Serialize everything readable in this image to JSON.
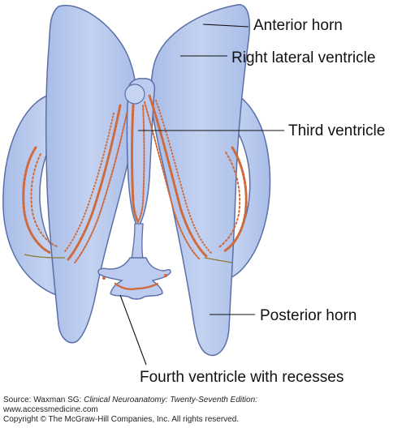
{
  "labels": {
    "anterior_horn": "Anterior horn",
    "right_lateral_ventricle": "Right lateral ventricle",
    "third_ventricle": "Third ventricle",
    "posterior_horn": "Posterior horn",
    "fourth_ventricle": "Fourth ventricle with recesses"
  },
  "source": {
    "prefix": "Source: Waxman SG: ",
    "book": "Clinical Neuroanatomy: Twenty-Seventh Edition:",
    "url": "www.accessmedicine.com",
    "copyright": "Copyright © The McGraw-Hill Companies, Inc. All rights reserved."
  },
  "colors": {
    "ventricle_fill": "#b7c8ec",
    "ventricle_stroke": "#5b6fa6",
    "choroid_plexus": "#cf6a3c",
    "leader_line": "#111111",
    "plexus_edge": "#8a7a2a"
  }
}
